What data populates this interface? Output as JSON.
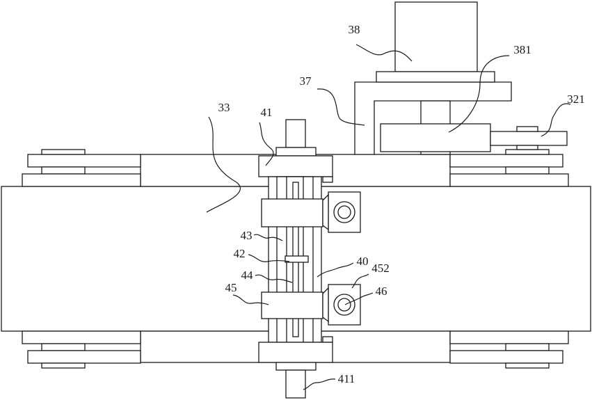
{
  "diagram": {
    "labels": {
      "l33": "33",
      "l41": "41",
      "l37": "37",
      "l38": "38",
      "l381": "381",
      "l321": "321",
      "l43": "43",
      "l42": "42",
      "l44": "44",
      "l40": "40",
      "l452": "452",
      "l45": "45",
      "l46": "46",
      "l411": "411"
    },
    "colors": {
      "line": "#1a1a1a",
      "background": "#ffffff"
    }
  }
}
